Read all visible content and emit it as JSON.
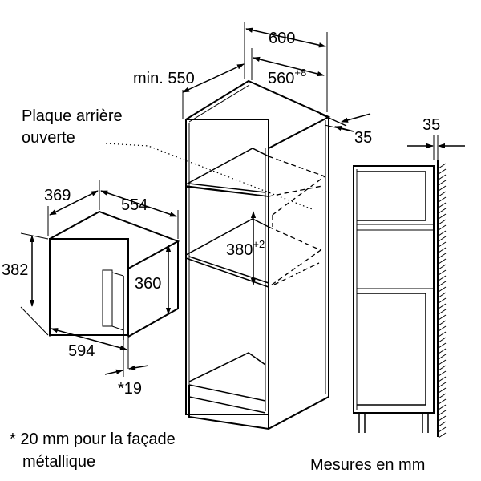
{
  "dimensions": {
    "cabinet_width": "600",
    "min_depth": "min. 550",
    "niche_width": "560",
    "niche_width_tolerance": "+8",
    "panel_35_front": "35",
    "panel_35_side": "35",
    "oven_depth": "369",
    "oven_width_top": "554",
    "oven_height": "382",
    "oven_inner_height": "360",
    "oven_width_front": "594",
    "facade_depth": "*19",
    "niche_height": "380",
    "niche_height_tolerance": "+2"
  },
  "labels": {
    "rear_panel_line1": "Plaque arrière",
    "rear_panel_line2": "ouverte",
    "footnote_line1": "* 20 mm pour la façade",
    "footnote_line2": "métallique",
    "units": "Mesures en mm"
  }
}
